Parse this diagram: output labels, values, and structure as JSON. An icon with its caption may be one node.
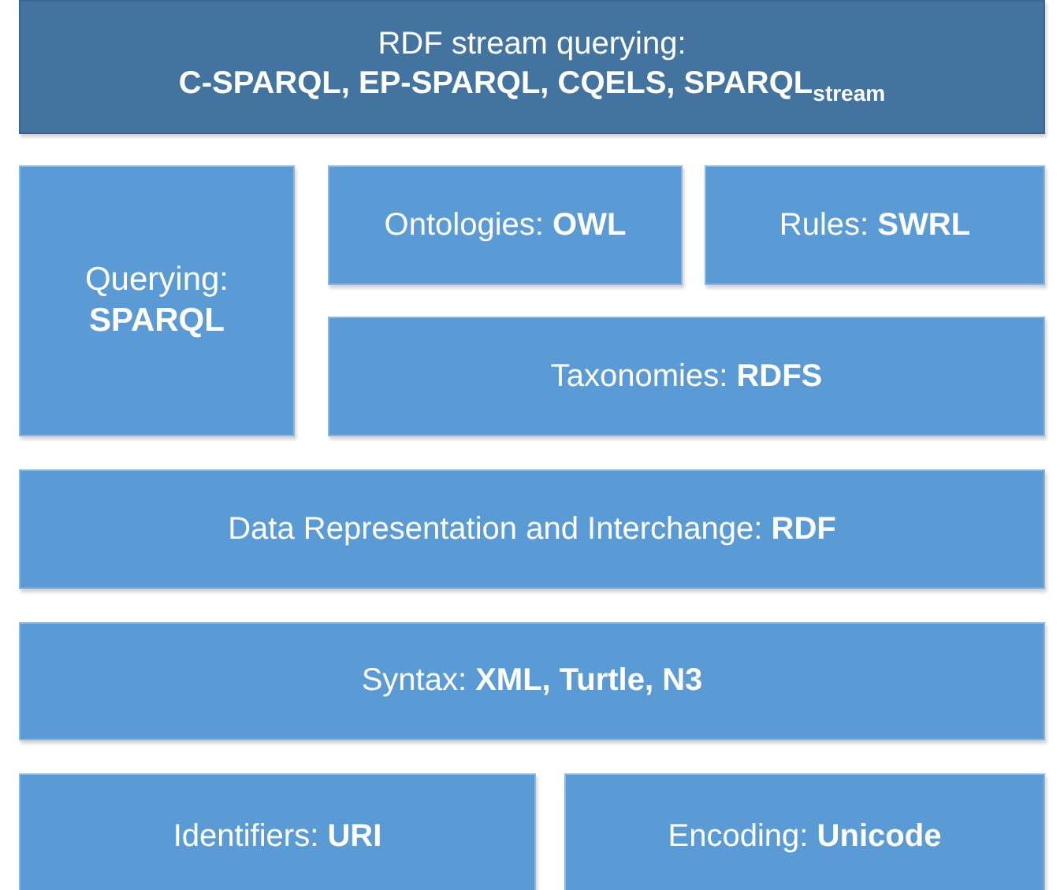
{
  "diagram": {
    "nodes": [
      {
        "text": [
          "RDF stream querying:",
          "C-SPARQL, EP-SPARQL, CQELS, SPARQL$_{stream}$"
        ]
      },
      {
        "text": [
          "Querying: **SPARQL**"
        ]
      },
      {
        "text": [
          "Ontologies: **OWL**"
        ]
      },
      {
        "text": [
          "Rules: **SWRL**"
        ]
      },
      {
        "text": [
          "Taxonomies: **RDFS**"
        ]
      },
      {
        "text": [
          "Data Representation and Interchange: **RDF**"
        ]
      },
      {
        "text": [
          "Syntax: **XML, Turtle, N3**"
        ]
      },
      {
        "text": [
          "Identifiers: **URI**"
        ]
      },
      {
        "text": [
          "Encoding: **Unicode**"
        ]
      }
    ]
  }
}
